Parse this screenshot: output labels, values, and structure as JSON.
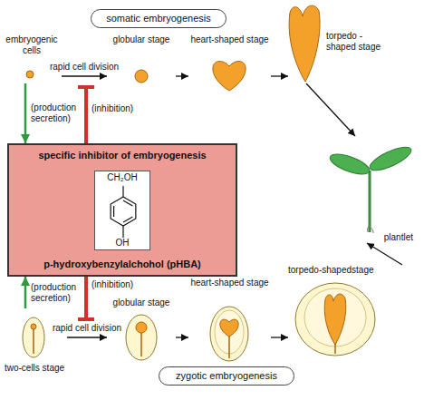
{
  "diagram": {
    "nodes": [
      {
        "text": [
          "somatic embryogenesis"
        ]
      },
      {
        "text": [
          "embryogenic cells"
        ]
      },
      {
        "text": [
          "globular stage"
        ]
      },
      {
        "text": [
          "heart-shaped stage"
        ]
      },
      {
        "text": [
          "torpedo - shaped stage"
        ]
      },
      {
        "text": [
          "specific inhibitor of embryogenesis",
          "p-hydroxybenzylalchohol (pHBA)"
        ]
      },
      {
        "text": [
          "CH₂OH",
          "OH"
        ],
        "in": 5
      },
      {
        "text": [
          "two-cells stage"
        ]
      },
      {
        "text": [
          "globular stage"
        ]
      },
      {
        "text": [
          "heart-shaped stage"
        ]
      },
      {
        "text": [
          "torpedo-shapedstage"
        ]
      },
      {
        "text": [
          "zygotic embryogenesis"
        ]
      },
      {
        "text": [
          "plantlet"
        ]
      }
    ],
    "edges": [
      {
        "from": 1,
        "to": 2,
        "arrow": "to",
        "label": "rapid cell division"
      },
      {
        "from": 2,
        "to": 3,
        "arrow": "to"
      },
      {
        "from": 3,
        "to": 4,
        "arrow": "to"
      },
      {
        "from": 4,
        "to": 12,
        "arrow": "to"
      },
      {
        "from": 1,
        "to": 5,
        "arrow": "to",
        "label": "(production secretion)"
      },
      {
        "from": 7,
        "to": 5,
        "arrow": "to",
        "label": "(production secretion)"
      },
      {
        "from": 7,
        "to": 8,
        "arrow": "to",
        "label": "rapid cell division"
      },
      {
        "from": 8,
        "to": 9,
        "arrow": "to"
      },
      {
        "from": 9,
        "to": 10,
        "arrow": "to"
      },
      {
        "from": 10,
        "to": 12,
        "arrow": "to"
      }
    ],
    "labels": [
      "(inhibition)",
      "(inhibition)"
    ]
  }
}
